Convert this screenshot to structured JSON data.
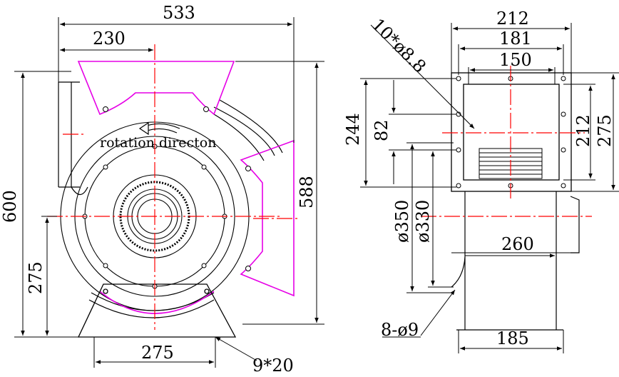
{
  "colors": {
    "line": "#000000",
    "center": "#ff0000",
    "accent": "#e600e6",
    "background": "#ffffff"
  },
  "front_view": {
    "width_overall": "533",
    "width_offset": "230",
    "height_overall": "600",
    "height_outlet": "588",
    "height_shaft": "275",
    "base_width": "275",
    "rotation_label": "rotation directon",
    "slot_label": "9*20"
  },
  "side_view": {
    "flange_width": "212",
    "flange_hole_pitch": "181",
    "opening_width": "150",
    "holes_label": "10*ø8.8",
    "height_244": "244",
    "height_82": "82",
    "flange_height": "212",
    "flange_height_outer": "275",
    "diameter_350": "ø350",
    "diameter_330": "ø330",
    "depth": "260",
    "base_holes_label": "8-ø9",
    "base_depth": "185"
  }
}
